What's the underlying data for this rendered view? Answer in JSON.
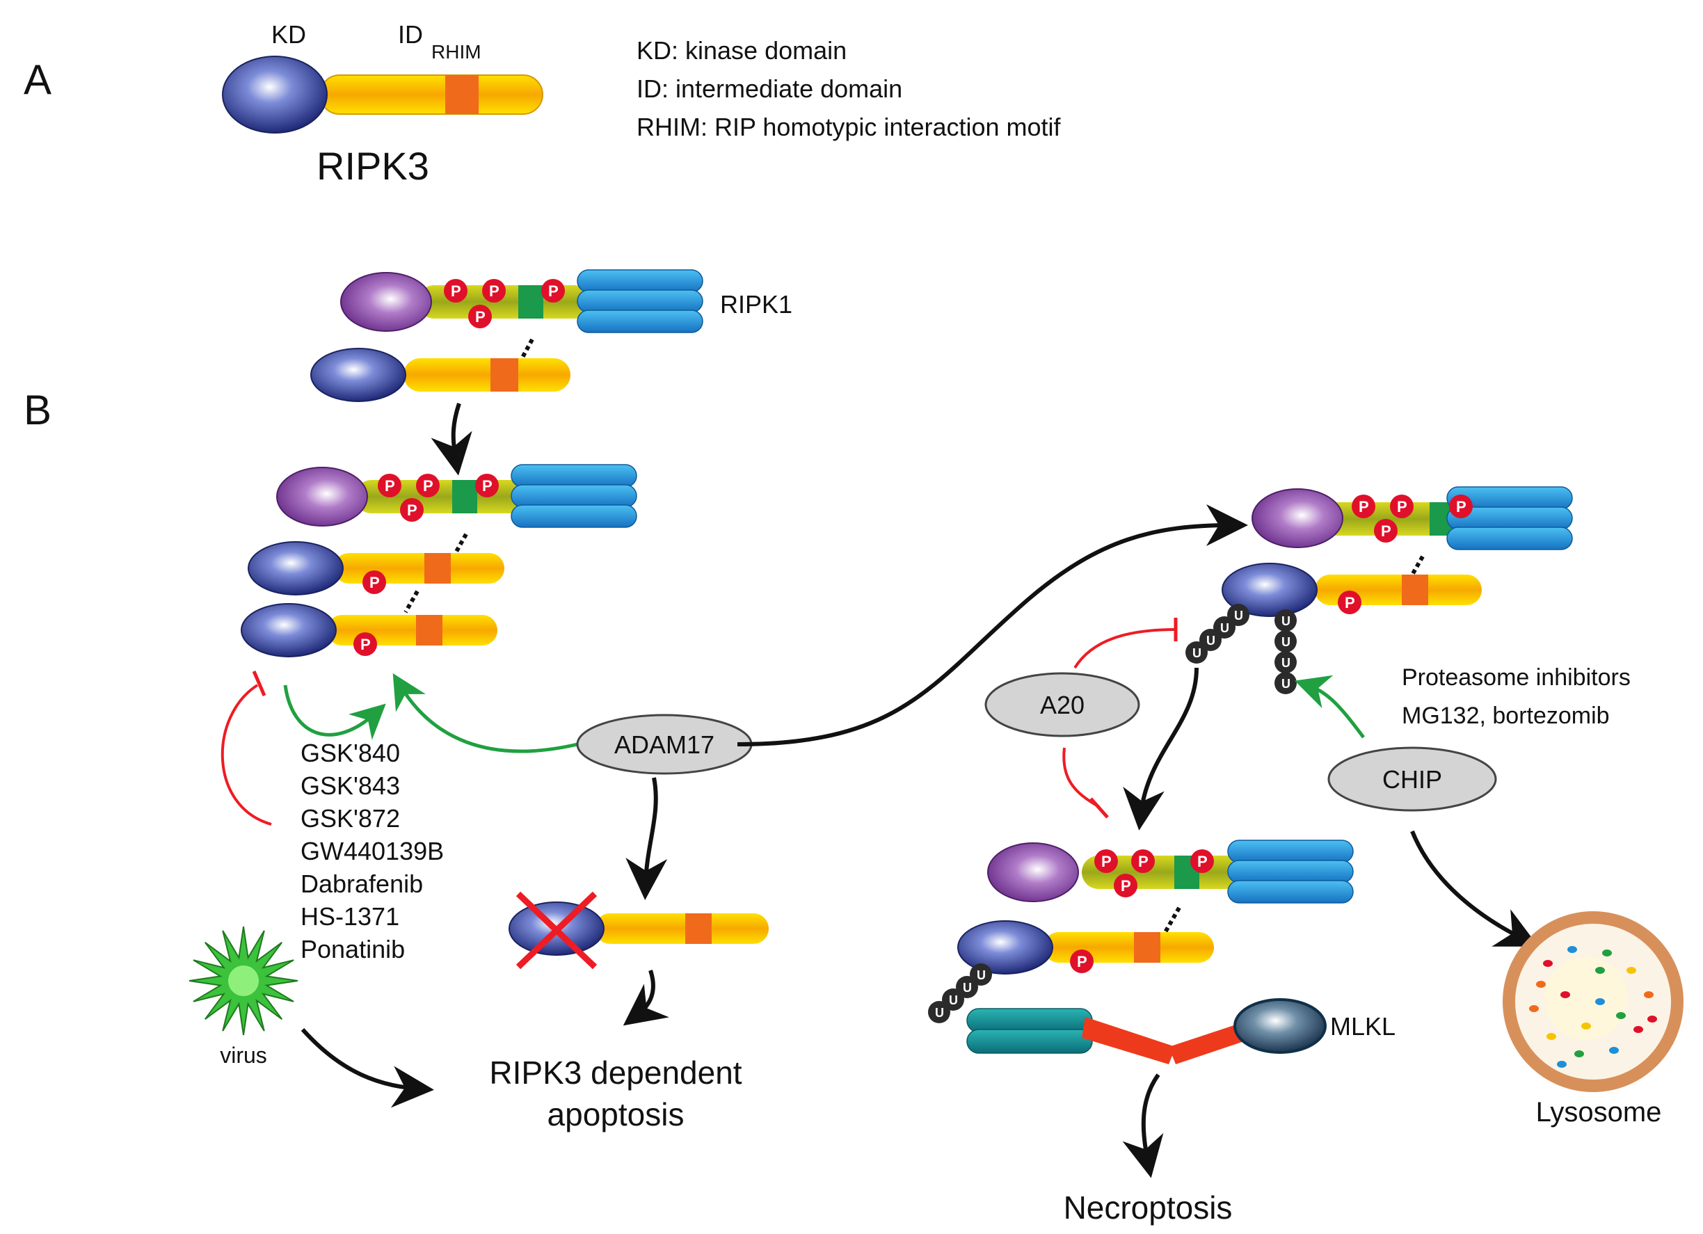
{
  "panel_a": {
    "label": "A",
    "kd_label": "KD",
    "id_label": "ID",
    "rhim_label": "RHIM",
    "protein_name": "RIPK3",
    "legend": [
      "KD: kinase domain",
      "ID: intermediate domain",
      "RHIM: RIP homotypic interaction motif"
    ]
  },
  "panel_b": {
    "label": "B",
    "ripk1_label": "RIPK1",
    "adam17_label": "ADAM17",
    "inhibitors": [
      "GSK'840",
      "GSK'843",
      "GSK'872",
      "GW440139B",
      "Dabrafenib",
      "HS-1371",
      "Ponatinib"
    ],
    "virus_label": "virus",
    "apoptosis_label_line1": "RIPK3 dependent",
    "apoptosis_label_line2": "apoptosis",
    "a20_label": "A20",
    "proteasome_line1": "Proteasome inhibitors",
    "proteasome_line2": "MG132, bortezomib",
    "chip_label": "CHIP",
    "mlkl_label": "MLKL",
    "necroptosis_label": "Necroptosis",
    "lysosome_label": "Lysosome",
    "phospho_mark": "P",
    "ubiquitin_mark": "U"
  },
  "colors": {
    "ripk3_head": "#2e3a8c",
    "ripk1_head": "#7b3f98",
    "bar": "#f5c400",
    "rhim": "#f06a1c",
    "ripk1_rhim": "#1a9a4a",
    "death_domain": "#1e8fd8",
    "phospho": "#e0102a",
    "ubiquitin": "#2b2b2b",
    "inhibit": "#ee1c24",
    "promote": "#20a040",
    "mlkl_coil": "#0e8f96",
    "mlkl_linker": "#ee3a1c",
    "lysosome_rim": "#d8905a"
  }
}
